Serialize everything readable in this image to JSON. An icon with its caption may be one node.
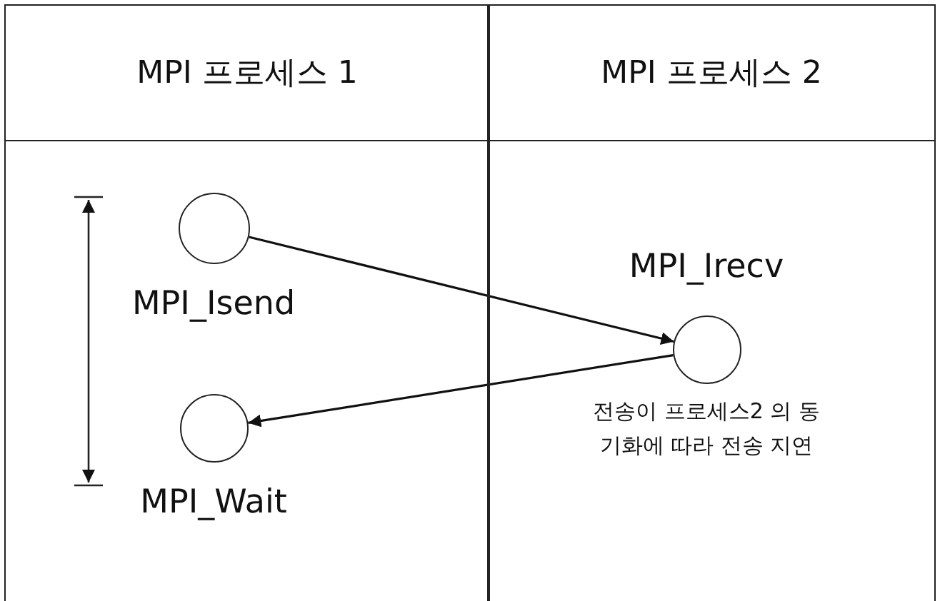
{
  "diagram": {
    "nodes": [
      {
        "text": [
          "MPI 프로세스 1"
        ]
      },
      {
        "text": [
          "MPI 프로세스 2"
        ]
      },
      {
        "text": [
          "MPI_Isend"
        ],
        "in": 0
      },
      {
        "text": [
          "MPI_Irecv"
        ],
        "beside": [
          "전송이 프로세스2 의 동기화에 따라 전송 지연"
        ],
        "in": 1
      },
      {
        "text": [
          "MPI_Wait"
        ],
        "in": 0
      }
    ],
    "edges": [
      {
        "from": 2,
        "to": 3,
        "arrow": "to"
      },
      {
        "from": 3,
        "to": 4,
        "arrow": "to"
      }
    ]
  }
}
